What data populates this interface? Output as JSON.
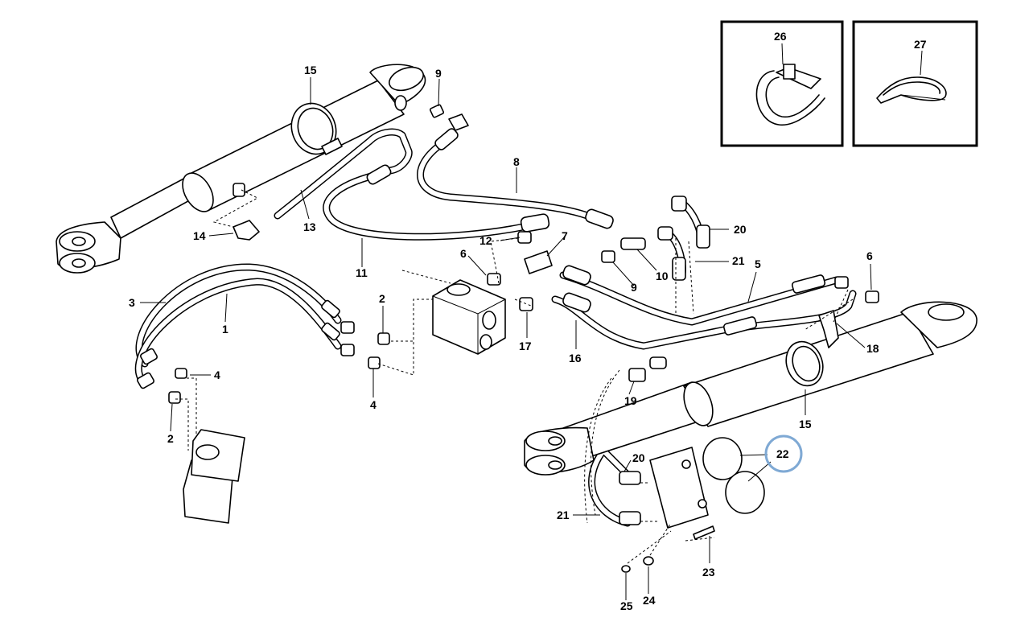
{
  "callouts": {
    "c1": "1",
    "c2a": "2",
    "c2b": "2",
    "c3": "3",
    "c4a": "4",
    "c4b": "4",
    "c5": "5",
    "c6a": "6",
    "c6b": "6",
    "c7": "7",
    "c8": "8",
    "c9a": "9",
    "c9b": "9",
    "c10": "10",
    "c11": "11",
    "c12": "12",
    "c13": "13",
    "c14": "14",
    "c15a": "15",
    "c15b": "15",
    "c16": "16",
    "c17": "17",
    "c18": "18",
    "c19": "19",
    "c20a": "20",
    "c20b": "20",
    "c21a": "21",
    "c21b": "21",
    "c22": "22",
    "c23": "23",
    "c24": "24",
    "c25": "25",
    "c26": "26",
    "c27": "27"
  },
  "highlight": {
    "part": "22",
    "color": "#7fa9d4"
  }
}
